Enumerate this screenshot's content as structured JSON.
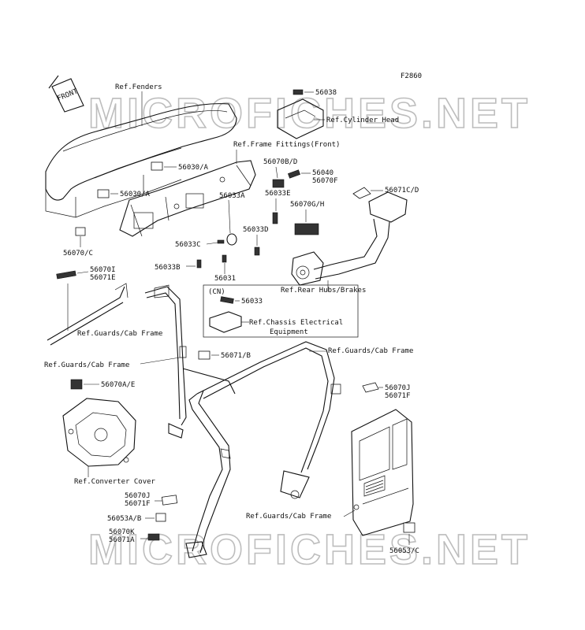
{
  "diagram_code": "F2860",
  "front_label": "FRONT",
  "watermark": "MICROFICHES.NET",
  "labels": {
    "ref_fenders": "Ref.Fenders",
    "ref_cylinder_head": "Ref.Cylinder Head",
    "ref_frame_fittings_front": "Ref.Frame Fittings(Front)",
    "ref_rear_hubs_brakes": "Ref.Rear Hubs/Brakes",
    "ref_chassis_electrical_1": "Ref.Chassis Electrical",
    "ref_chassis_electrical_2": "Equipment",
    "ref_guards_cab_frame_left": "Ref.Guards/Cab Frame",
    "ref_guards_cab_frame_mid": "Ref.Guards/Cab Frame",
    "ref_guards_cab_frame_right": "Ref.Guards/Cab Frame",
    "ref_guards_cab_frame_door": "Ref.Guards/Cab Frame",
    "ref_converter_cover": "Ref.Converter Cover",
    "cn_tag": "(CN)"
  },
  "parts": {
    "p56038": "56038",
    "p56030a_1": "56030/A",
    "p56030a_2": "56030/A",
    "p56070bd": "56070B/D",
    "p56040": "56040",
    "p56070f": "56070F",
    "p56071cd": "56071C/D",
    "p56070gh": "56070G/H",
    "p56033a": "56033A",
    "p56033e": "56033E",
    "p56033d": "56033D",
    "p56033c": "56033C",
    "p56033b": "56033B",
    "p56031": "56031",
    "p56070c": "56070/C",
    "p56070i": "56070I",
    "p56071e": "56071E",
    "p56033": "56033",
    "p56071b": "56071/B",
    "p56070ae": "56070A/E",
    "p56070j": "56070J",
    "p56071f": "56071F",
    "p56070j_2": "56070J",
    "p56071f_2": "56071F",
    "p56053ab": "56053A/B",
    "p56070k": "56070K",
    "p56071a": "56071A",
    "p56053c": "56053/C"
  }
}
